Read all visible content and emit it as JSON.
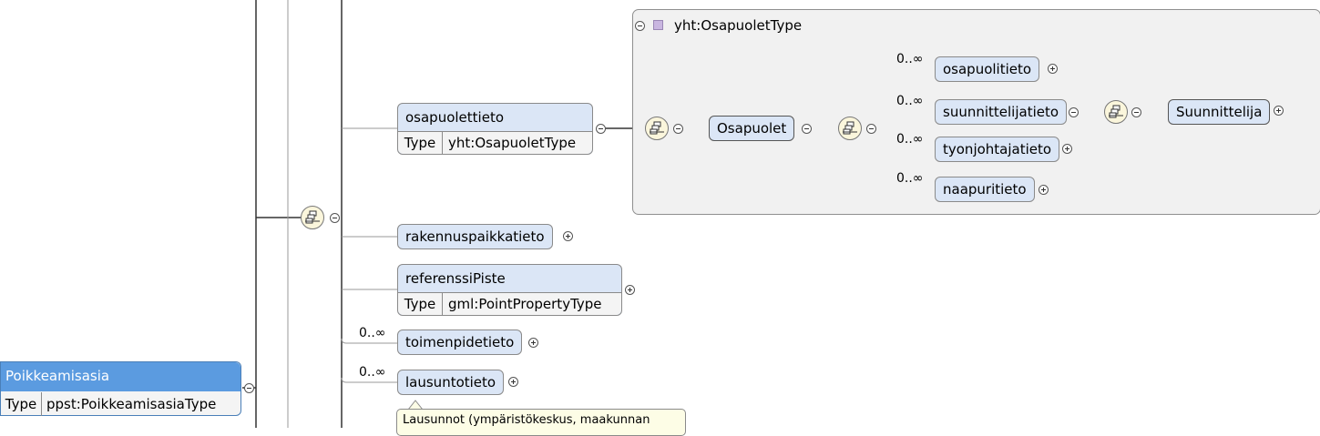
{
  "type_box": {
    "title": "yht:OsapuoletType"
  },
  "elements": {
    "osapuolettieto": {
      "name": "osapuolettieto",
      "type_key": "Type",
      "type_value": "yht:OsapuoletType"
    },
    "osapuolet": {
      "name": "Osapuolet"
    },
    "osapuolitieto": {
      "name": "osapuolitieto",
      "multiplicity": "0..∞"
    },
    "suunnittelijatieto": {
      "name": "suunnittelijatieto",
      "multiplicity": "0..∞"
    },
    "suunnittelija": {
      "name": "Suunnittelija"
    },
    "tyonjohtajatieto": {
      "name": "tyonjohtajatieto",
      "multiplicity": "0..∞"
    },
    "naapuritieto": {
      "name": "naapuritieto",
      "multiplicity": "0..∞"
    },
    "rakennuspaikkatieto": {
      "name": "rakennuspaikkatieto"
    },
    "referenssiPiste": {
      "name": "referenssiPiste",
      "type_key": "Type",
      "type_value": "gml:PointPropertyType"
    },
    "toimenpidetieto": {
      "name": "toimenpidetieto",
      "multiplicity": "0..∞"
    },
    "lausuntotieto": {
      "name": "lausuntotieto",
      "multiplicity": "0..∞"
    },
    "poikkeamisasia": {
      "name": "Poikkeamisasia",
      "type_key": "Type",
      "type_value": "ppst:PoikkeamisasiaType"
    }
  },
  "tooltip": {
    "text": "Lausunnot (ympäristökeskus, maakunnan"
  }
}
